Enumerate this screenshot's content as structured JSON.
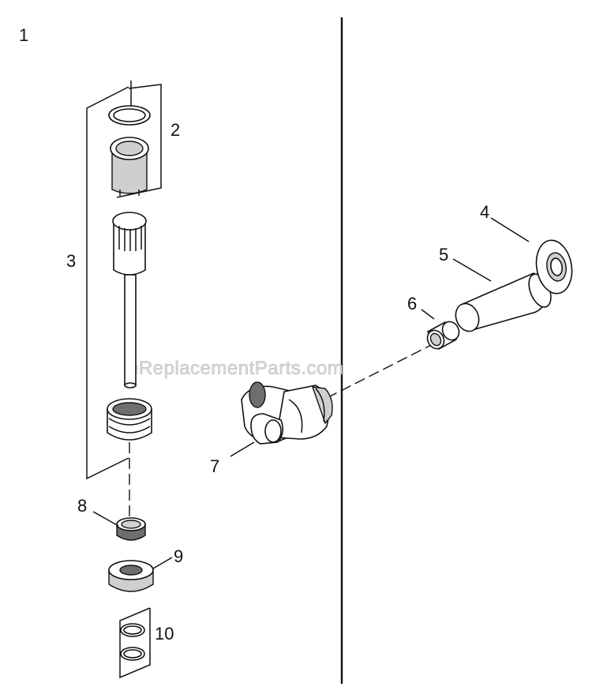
{
  "figure": {
    "figure_number": "1",
    "watermark": "eReplacementParts.com",
    "callouts": [
      "2",
      "3",
      "4",
      "5",
      "6",
      "7",
      "8",
      "9",
      "10"
    ]
  }
}
